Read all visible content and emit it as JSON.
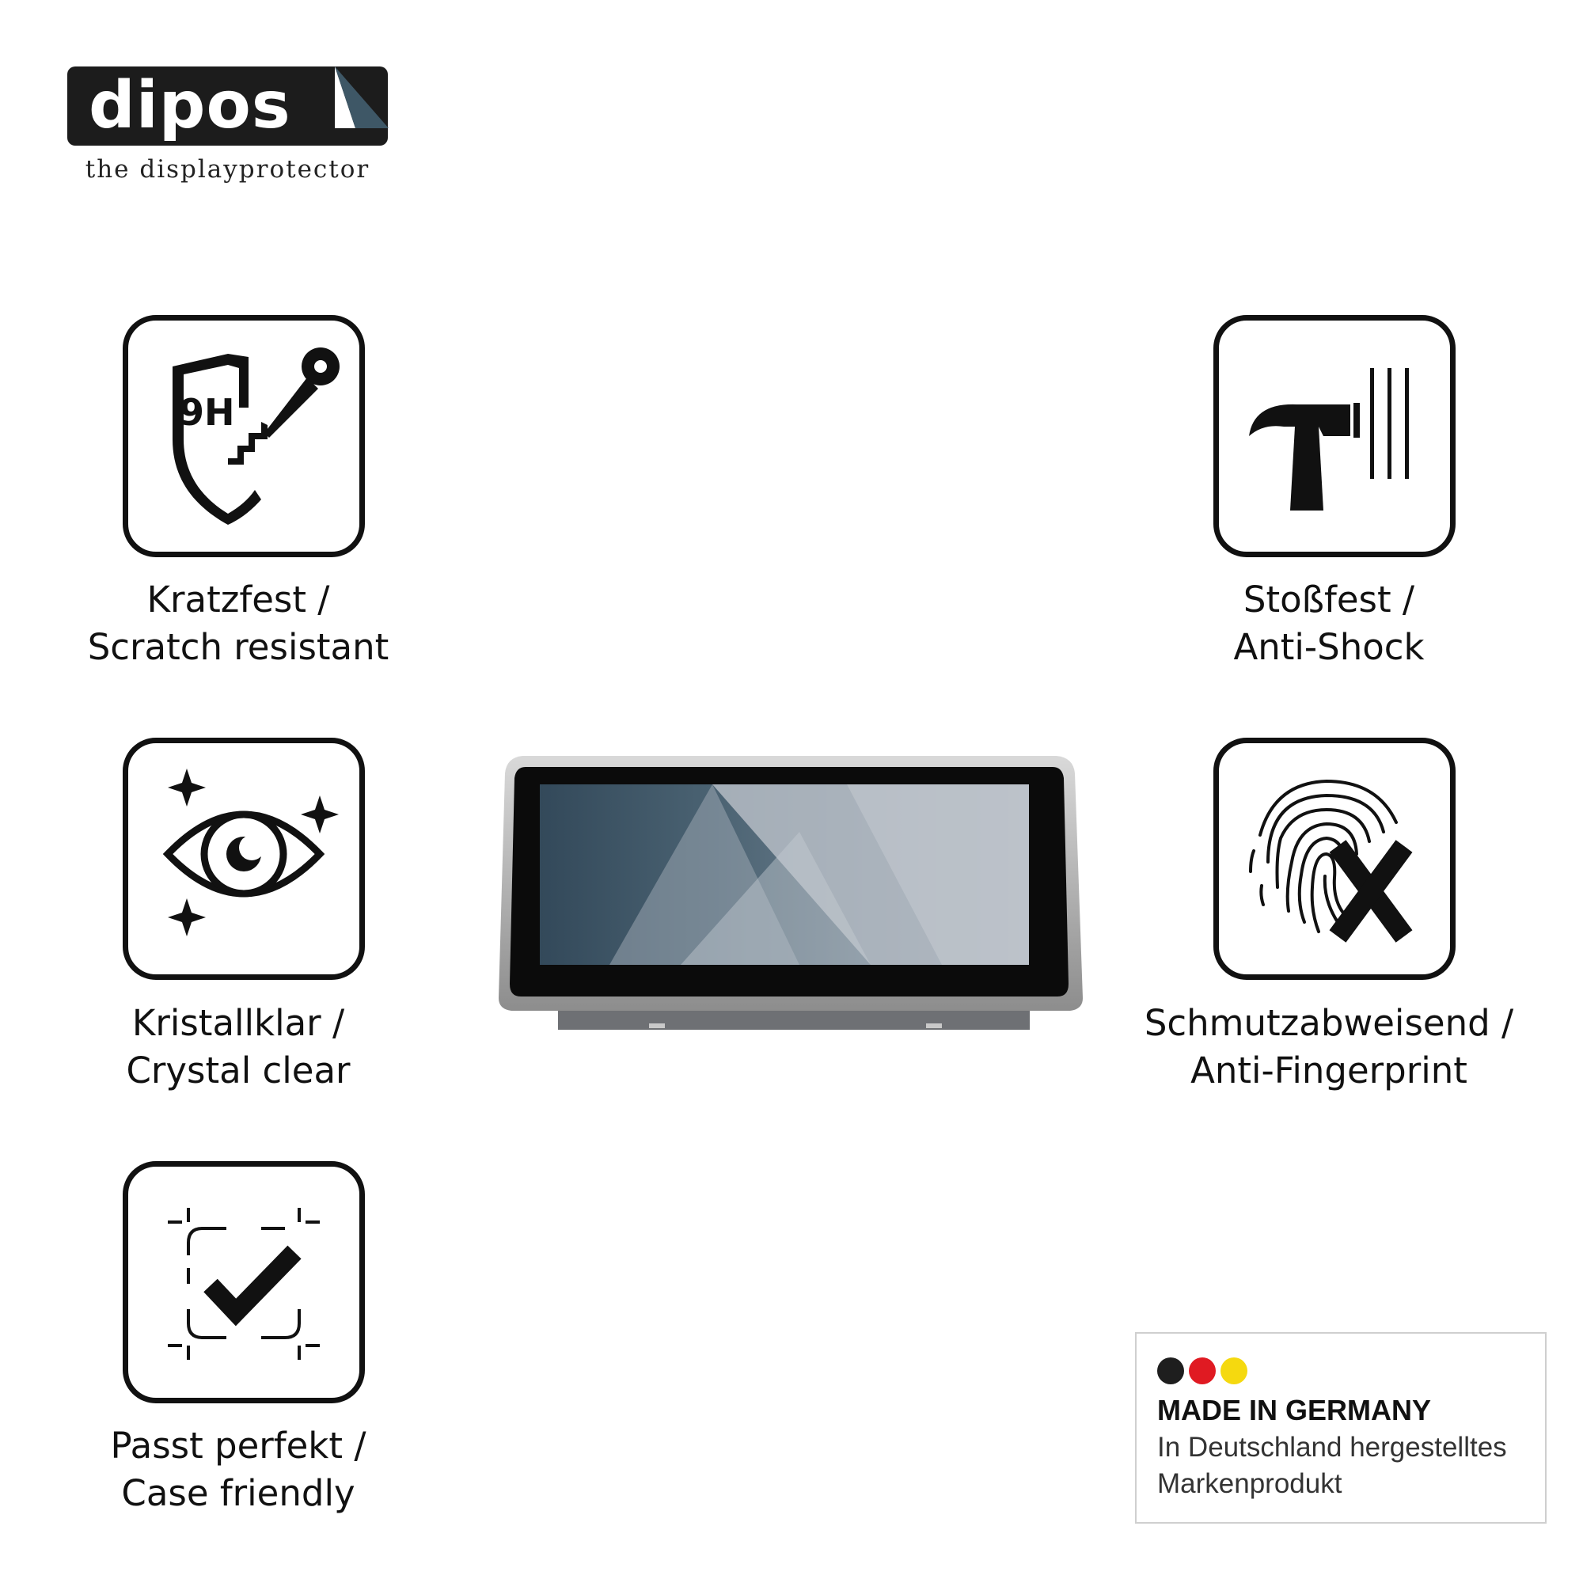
{
  "logo": {
    "wordmark": "dipos",
    "tagline": "the displayprotector"
  },
  "features": [
    {
      "icon": "shield-9h-key-icon",
      "badge_text": "9H",
      "line1": "Kratzfest /",
      "line2": "Scratch resistant"
    },
    {
      "icon": "eye-sparkle-icon",
      "line1": "Kristallklar /",
      "line2": "Crystal clear"
    },
    {
      "icon": "checkmark-frame-icon",
      "line1": "Passt perfekt /",
      "line2": "Case friendly"
    },
    {
      "icon": "hammer-glass-icon",
      "line1": "Stoßfest /",
      "line2": "Anti-Shock"
    },
    {
      "icon": "fingerprint-x-icon",
      "line1": "Schmutzabweisend /",
      "line2": "Anti-Fingerprint"
    }
  ],
  "badge": {
    "title": "MADE IN GERMANY",
    "line1": "In Deutschland hergestelltes",
    "line2": "Markenprodukt",
    "dot_colors": [
      "#1e1e1e",
      "#e01a22",
      "#f5d90f"
    ]
  },
  "colors": {
    "logo_background": "#1c1c1c",
    "logo_accent": "#3e5766",
    "icon_stroke": "#111111"
  }
}
